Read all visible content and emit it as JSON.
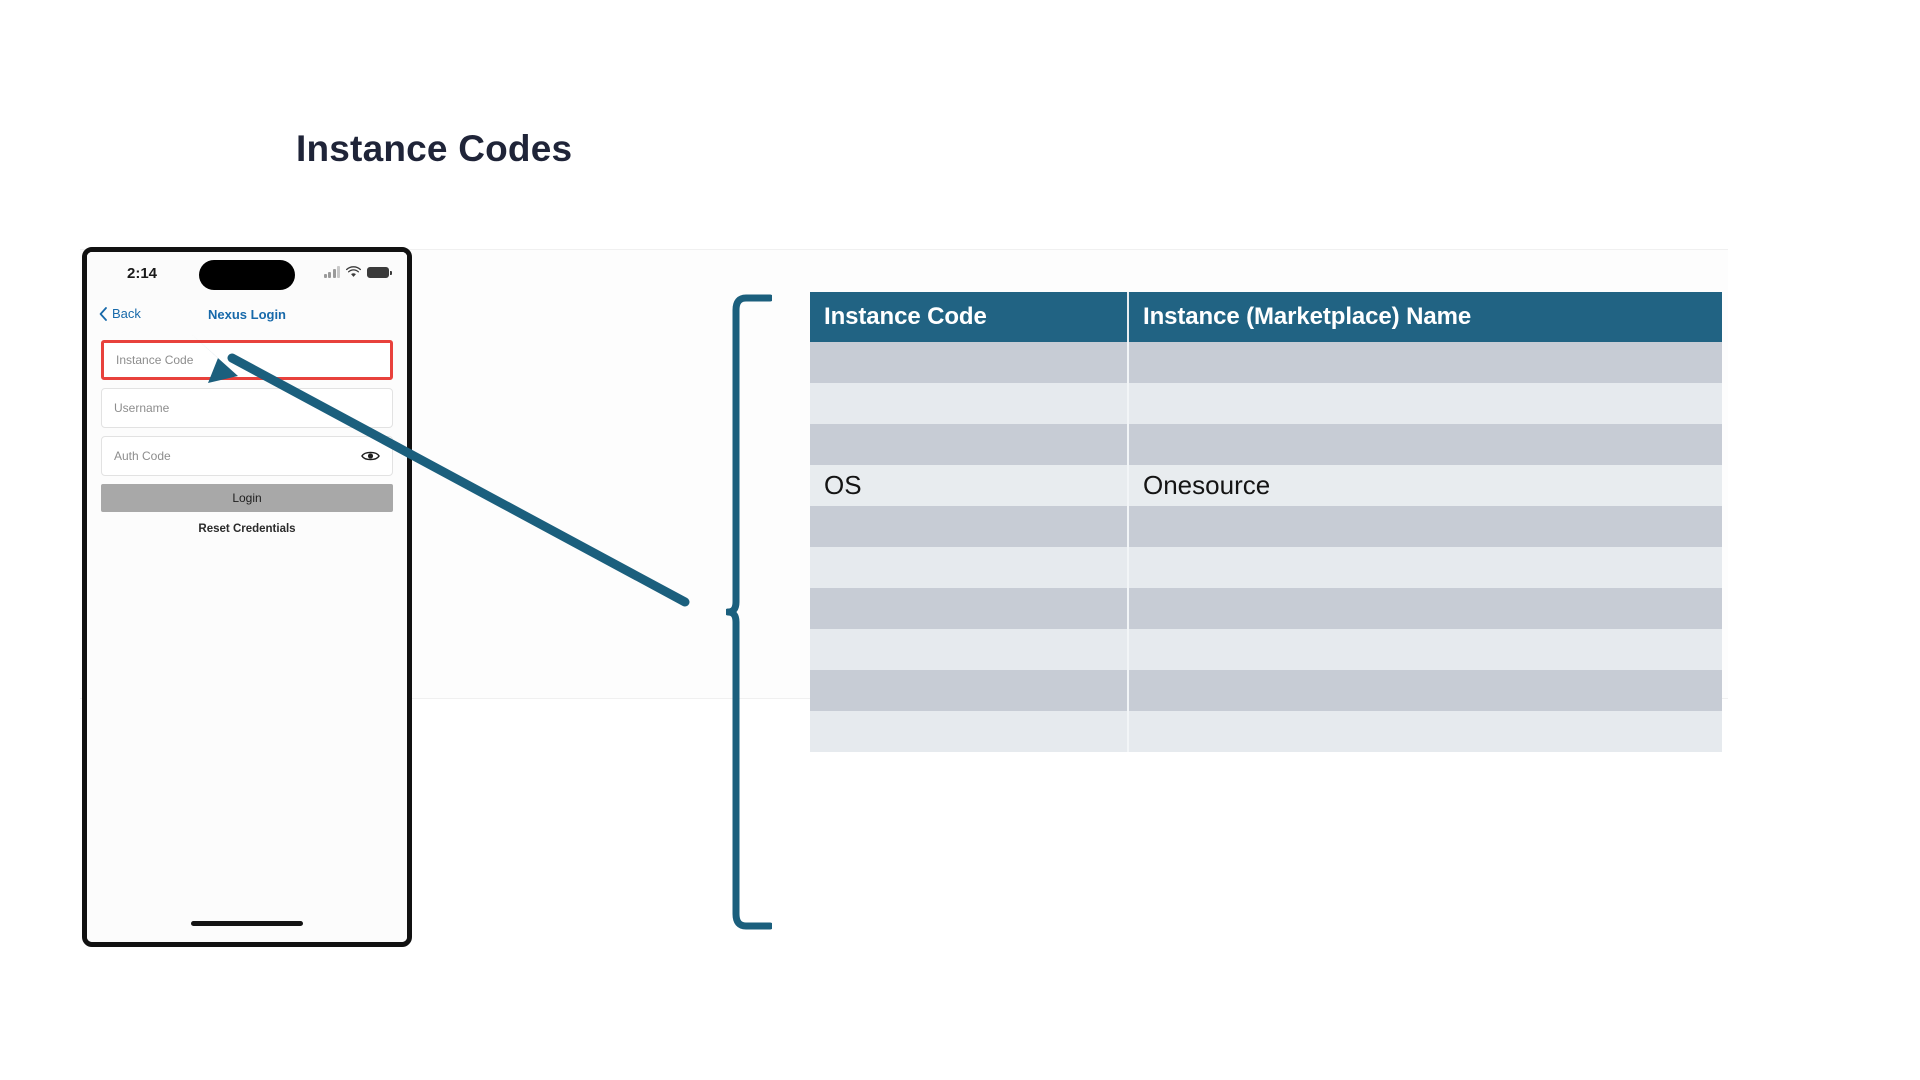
{
  "slide": {
    "title": "Instance Codes",
    "background_color": "#ffffff",
    "accent_color": "#216383",
    "highlight_color": "#e8413c"
  },
  "phone": {
    "status_bar": {
      "time": "2:14",
      "icons": [
        "signal-icon",
        "wifi-icon",
        "battery-icon"
      ]
    },
    "nav": {
      "back_label": "Back",
      "title": "Nexus Login",
      "link_color": "#1769aa"
    },
    "form": {
      "fields": [
        {
          "placeholder": "Instance Code",
          "value": "",
          "highlighted": true,
          "has_eye_toggle": false
        },
        {
          "placeholder": "Username",
          "value": "",
          "highlighted": false,
          "has_eye_toggle": false
        },
        {
          "placeholder": "Auth Code",
          "value": "",
          "highlighted": false,
          "has_eye_toggle": true
        }
      ],
      "login_label": "Login",
      "reset_label": "Reset Credentials"
    }
  },
  "table": {
    "headers": [
      "Instance Code",
      "Instance (Marketplace) Name"
    ],
    "header_bg": "#216383",
    "header_color": "#ffffff",
    "band_dark": "#c7ccd5",
    "band_light": "#e6eaee",
    "rows": [
      {
        "code": "",
        "name": "",
        "band": "dark"
      },
      {
        "code": "",
        "name": "",
        "band": "light"
      },
      {
        "code": "",
        "name": "",
        "band": "dark"
      },
      {
        "code": "OS",
        "name": "Onesource",
        "band": "light"
      },
      {
        "code": "",
        "name": "",
        "band": "dark"
      },
      {
        "code": "",
        "name": "",
        "band": "light"
      },
      {
        "code": "",
        "name": "",
        "band": "dark"
      },
      {
        "code": "",
        "name": "",
        "band": "light"
      },
      {
        "code": "",
        "name": "",
        "band": "dark"
      },
      {
        "code": "",
        "name": "",
        "band": "light"
      }
    ]
  }
}
